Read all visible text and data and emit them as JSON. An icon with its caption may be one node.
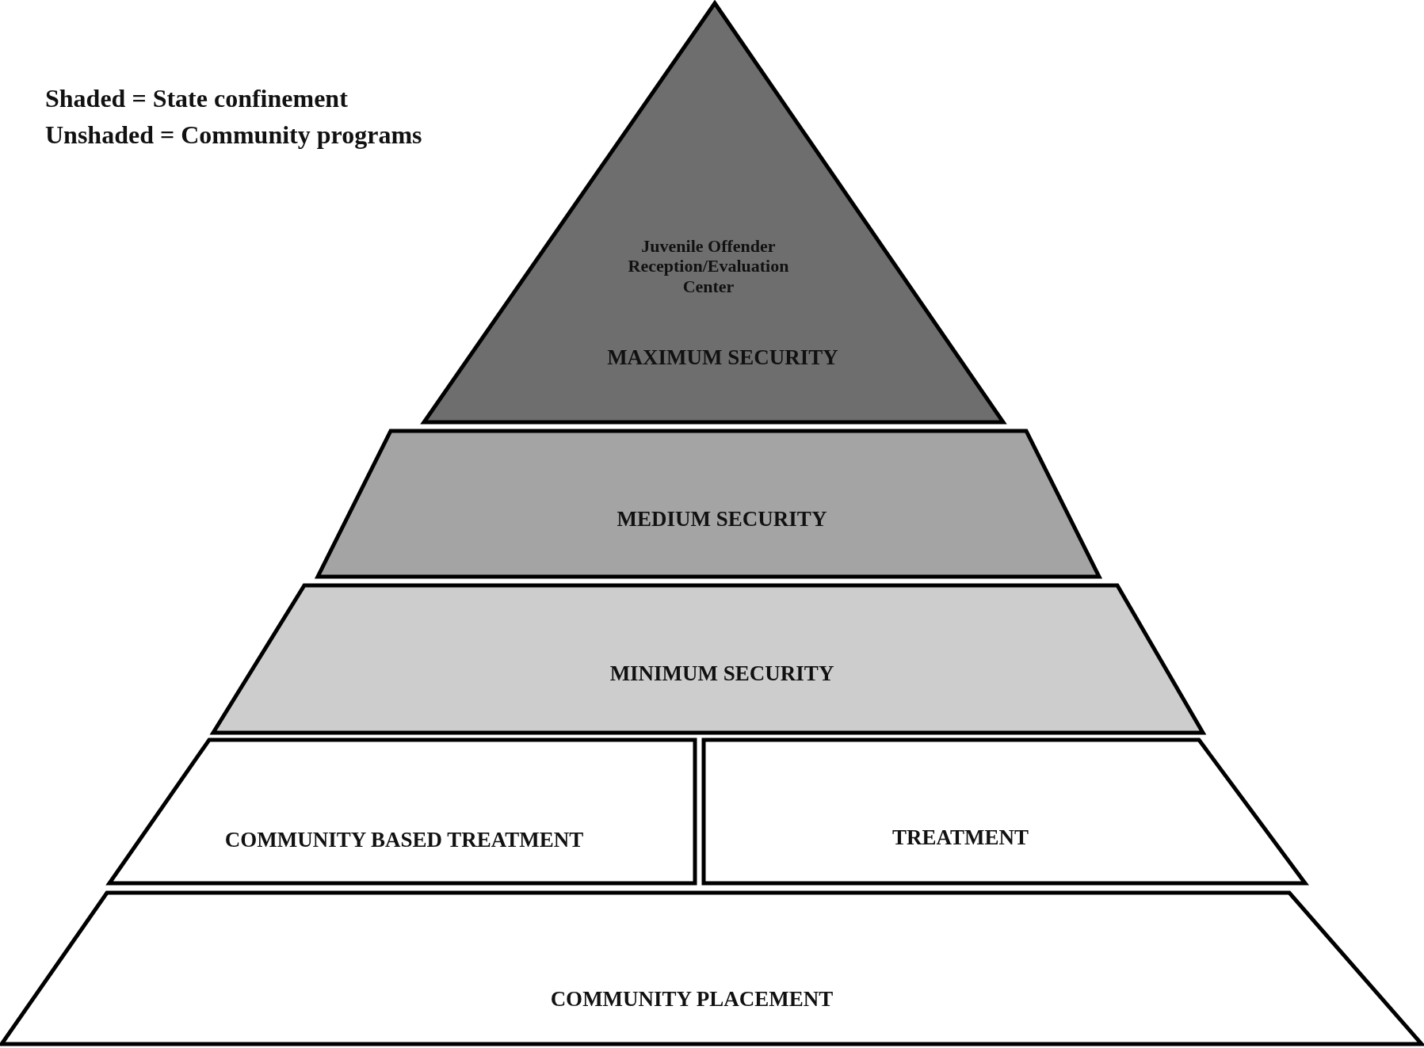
{
  "diagram": {
    "nodes": [
      {
        "text": [
          "Juvenile Offender Reception/Evaluation Center",
          "MAXIMUM SECURITY"
        ]
      },
      {
        "text": [
          "MEDIUM SECURITY"
        ]
      },
      {
        "text": [
          "MINIMUM SECURITY"
        ]
      },
      {
        "text": [
          "COMMUNITY BASED TREATMENT"
        ]
      },
      {
        "text": [
          "TREATMENT"
        ]
      },
      {
        "text": [
          "COMMUNITY PLACEMENT"
        ]
      }
    ],
    "labels": [
      "Shaded = State confinement",
      "Unshaded = Community programs"
    ]
  }
}
